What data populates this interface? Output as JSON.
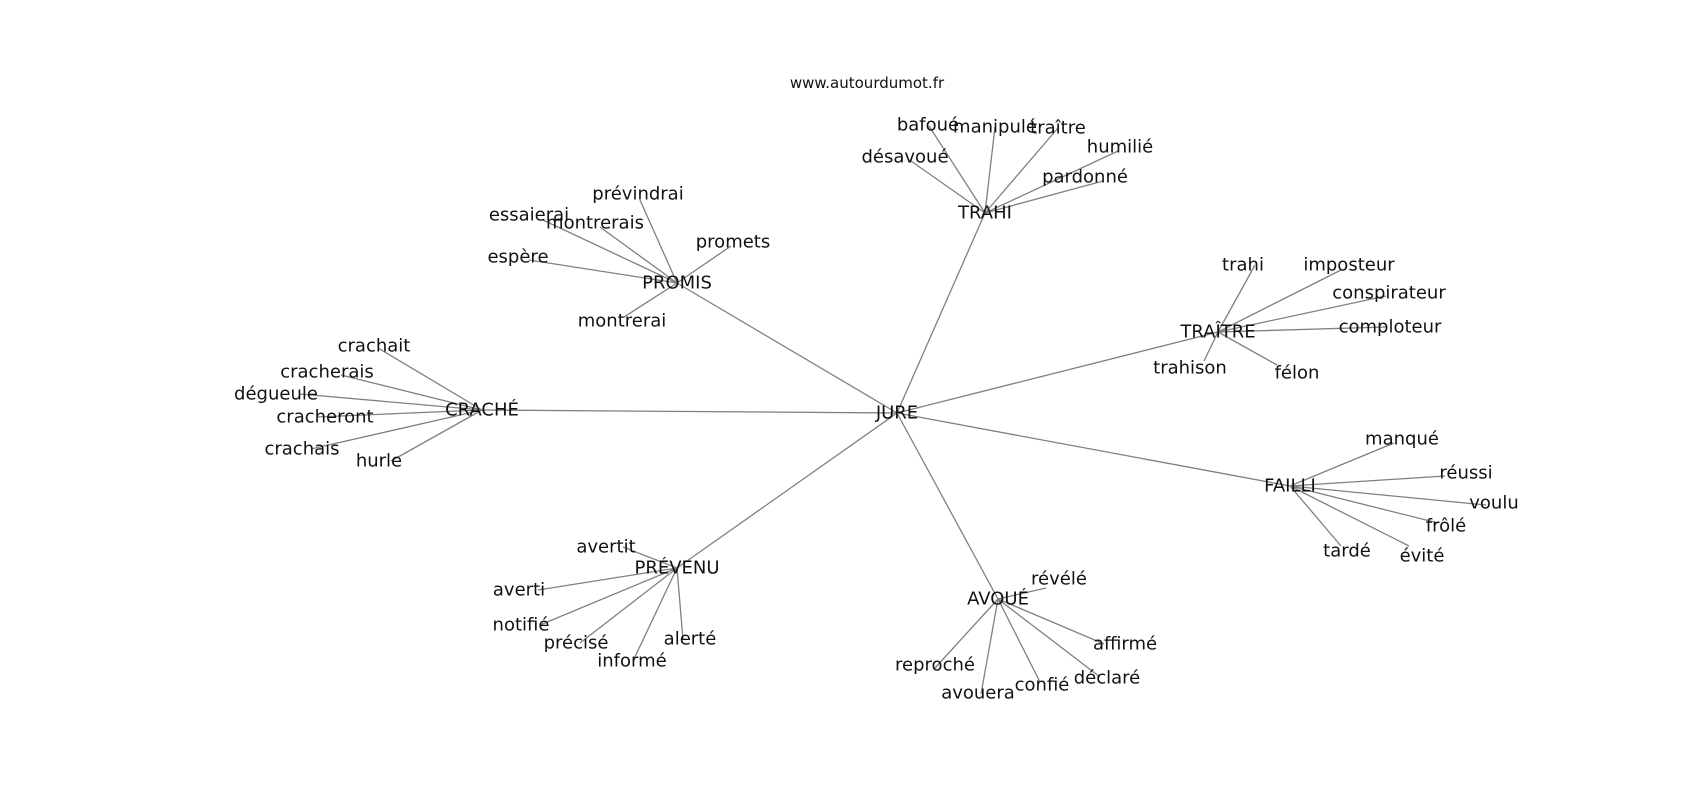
{
  "source": "www.autourdumot.fr",
  "center": "JURE",
  "clusters": [
    {
      "word": "TRAHI",
      "related": [
        "bafoué",
        "manipulé",
        "traître",
        "humilié",
        "pardonné",
        "désavoué"
      ]
    },
    {
      "word": "TRAÎTRE",
      "related": [
        "trahi",
        "imposteur",
        "conspirateur",
        "comploteur",
        "félon",
        "trahison"
      ]
    },
    {
      "word": "FAILLI",
      "related": [
        "manqué",
        "réussi",
        "voulu",
        "frôlé",
        "évité",
        "tardé"
      ]
    },
    {
      "word": "AVOUÉ",
      "related": [
        "révélé",
        "affirmé",
        "déclaré",
        "confié",
        "avouera",
        "reproché"
      ]
    },
    {
      "word": "PRÉVENU",
      "related": [
        "avertit",
        "averti",
        "notifié",
        "précisé",
        "informé",
        "alerté"
      ]
    },
    {
      "word": "CRACHÉ",
      "related": [
        "crachait",
        "cracherais",
        "dégueule",
        "cracheront",
        "crachais",
        "hurle"
      ]
    },
    {
      "word": "PROMIS",
      "related": [
        "prévindrai",
        "essaierai",
        "montrerais",
        "promets",
        "espère",
        "montrerai"
      ]
    }
  ]
}
